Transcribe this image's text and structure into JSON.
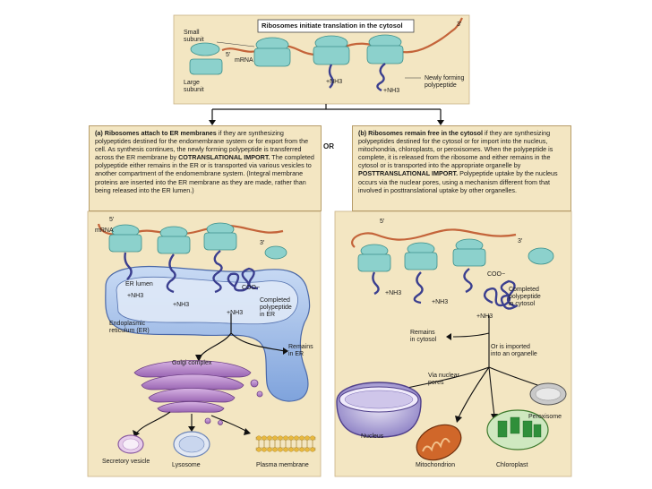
{
  "top": {
    "title": "Ribosomes initiate translation in the cytosol",
    "small_subunit": "Small\nsubunit",
    "large_subunit": "Large\nsubunit",
    "mrna": "mRNA",
    "five_prime": "5′",
    "three_prime": "3′",
    "nh3_a": "+NH3",
    "nh3_b": "+NH3",
    "newly_forming": "Newly forming\npolypeptide"
  },
  "or_label": "OR",
  "box_a": {
    "heading": "(a) Ribosomes attach to ER membranes",
    "text_1": " if they are synthesizing polypeptides destined for the endomembrane system or for export from the cell. As synthesis continues, the newly forming polypeptide is transferred across the ER membrane by ",
    "bold_term": "COTRANSLATIONAL IMPORT.",
    "text_2": " The completed polypeptide either remains in the ER or is transported via various vesicles to another compartment of the endomembrane system. (Integral membrane proteins are inserted into the ER membrane as they are made, rather than being released into the ER lumen.)"
  },
  "box_b": {
    "heading": "(b) Ribosomes remain free in the cytosol",
    "text_1": " if they are synthesizing polypeptides destined for the cytosol or for import into the nucleus, mitochondria, chloroplasts, or peroxisomes. When the polypeptide is complete, it is released from the ribosome and either remains in the cytosol or is transported into the appropriate organelle by ",
    "bold_term": "POSTTRANSLATIONAL IMPORT.",
    "text_2": " Polypeptide uptake by the nucleus occurs via the nuclear pores, using a mechanism different from that involved in posttranslational uptake by other organelles."
  },
  "panel_a": {
    "five_prime": "5′",
    "mrna": "mRNA",
    "three_prime": "3′",
    "er_lumen": "ER lumen",
    "nh3_1": "+NH3",
    "nh3_2": "+NH3",
    "nh3_3": "+NH3",
    "coo": "COO−",
    "completed": "Completed\npolypeptide\nin ER",
    "er_label": "Endoplasmic\nreticulum (ER)",
    "remains": "Remains\nin ER",
    "golgi": "Golgi complex",
    "secretory": "Secretory vesicle",
    "lysosome": "Lysosome",
    "plasma": "Plasma membrane"
  },
  "panel_b": {
    "five_prime": "5′",
    "three_prime": "3′",
    "coo": "COO−",
    "nh3_1": "+NH3",
    "nh3_2": "+NH3",
    "nh3_3": "+NH3",
    "completed": "Completed\npolypeptide\nin cytosol",
    "remains": "Remains\nin cytosol",
    "imported": "Or is imported\ninto an organelle",
    "via_pores": "Via nuclear\npores",
    "nucleus": "Nucleus",
    "mitochondrion": "Mitochondrion",
    "chloroplast": "Chloroplast",
    "peroxisome": "Peroxisome"
  },
  "colors": {
    "ribosome": "#8cd1cc",
    "ribosome_edge": "#3b8f8a",
    "mrna": "#c4643a",
    "polypeptide": "#3b3f8f",
    "panel_bg": "#f3e6c2",
    "er": "#9dbbe8",
    "golgi": "#b688c9"
  }
}
